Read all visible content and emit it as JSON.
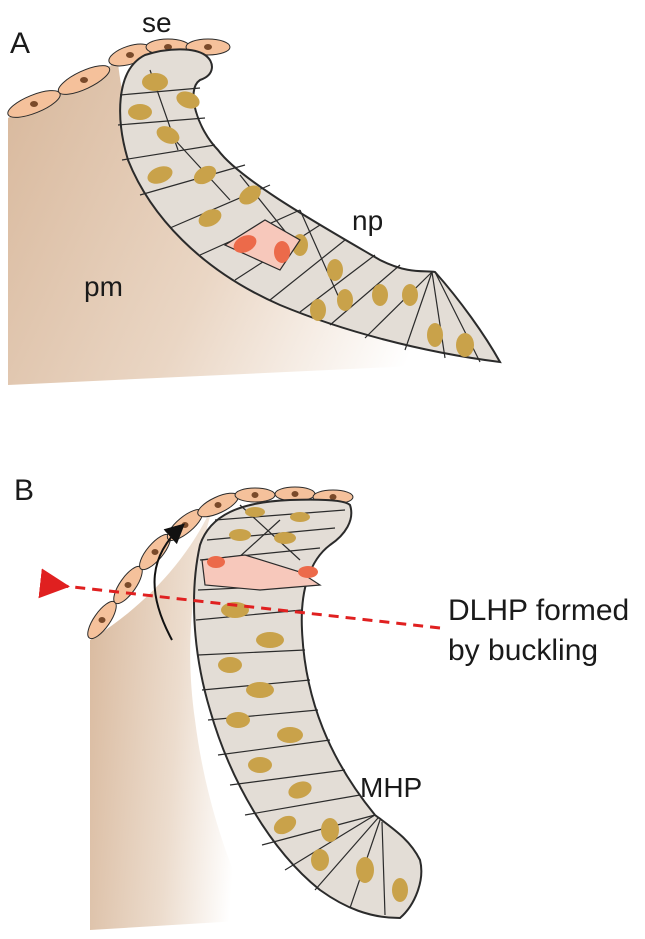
{
  "panels": [
    {
      "label": "A",
      "structures": {
        "surface_ectoderm": "se",
        "neural_plate": "np",
        "paraxial_mesoderm": "pm"
      }
    },
    {
      "label": "B",
      "structures": {
        "median_hinge_point": "MHP"
      },
      "annotation": {
        "line1": "DLHP formed",
        "line2": "by buckling"
      }
    }
  ],
  "colors": {
    "mesoderm": "#e4cdb8",
    "cell_fill": "#e3ddd6",
    "cell_outline": "#2b2b2b",
    "nucleus": "#c9a24a",
    "highlight_cell": "#f7c8bb",
    "highlight_nucleus": "#ec6a4a",
    "ectoderm_cell": "#f5c19b",
    "ectoderm_nucleus": "#7a4a2a",
    "arrow_dashed": "#e02020",
    "arrow_curved": "#111111"
  },
  "icons": {
    "dashed_arrow": "arrow-left-dashed",
    "curved_arrow": "arrow-curved-up"
  }
}
